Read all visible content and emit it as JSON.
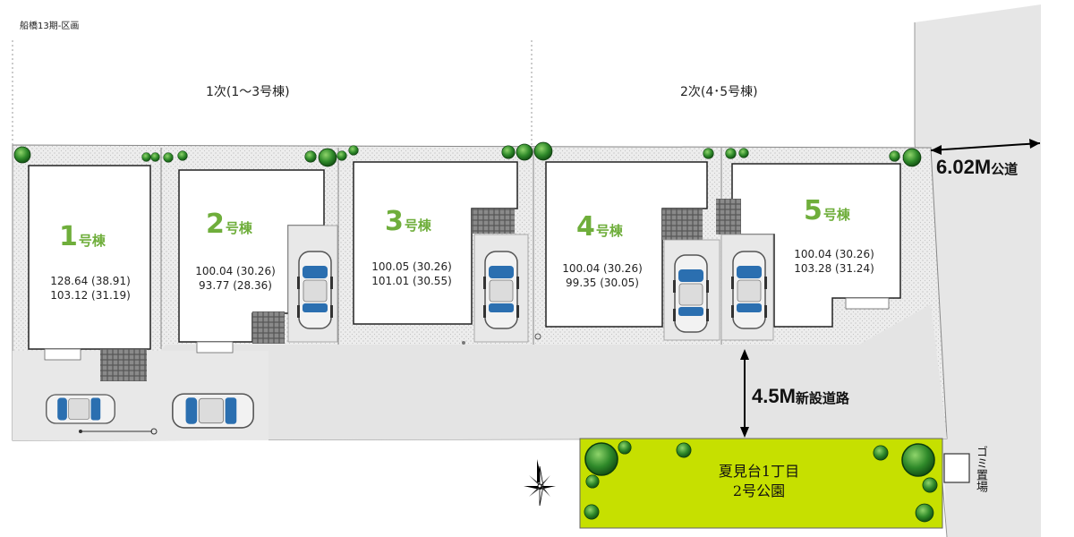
{
  "title": "船橋13期-区画",
  "phases": [
    {
      "label": "1次(1～3号棟)"
    },
    {
      "label": "2次(4･5号棟)"
    }
  ],
  "lots": [
    {
      "number": "1",
      "unit": "号棟",
      "areas": [
        "128.64 (38.91)",
        "103.12 (31.19)"
      ]
    },
    {
      "number": "2",
      "unit": "号棟",
      "areas": [
        "100.04 (30.26)",
        "93.77 (28.36)"
      ]
    },
    {
      "number": "3",
      "unit": "号棟",
      "areas": [
        "100.05 (30.26)",
        "101.01 (30.55)"
      ]
    },
    {
      "number": "4",
      "unit": "号棟",
      "areas": [
        "100.04 (30.26)",
        "99.35 (30.05)"
      ]
    },
    {
      "number": "5",
      "unit": "号棟",
      "areas": [
        "100.04 (30.26)",
        "103.28 (31.24)"
      ]
    }
  ],
  "public_road": {
    "width": "6.02M",
    "name": "公道"
  },
  "new_road": {
    "width": "4.5M",
    "name": "新設道路"
  },
  "park": {
    "name_line1": "夏見台1丁目",
    "name_line2": "2号公園"
  },
  "garbage": {
    "label": "ゴミ置場"
  },
  "colors": {
    "lot_number": "#6fae3b",
    "park": "#c6e000",
    "road": "#e6e6e6",
    "tree": "#2f8a2a"
  }
}
